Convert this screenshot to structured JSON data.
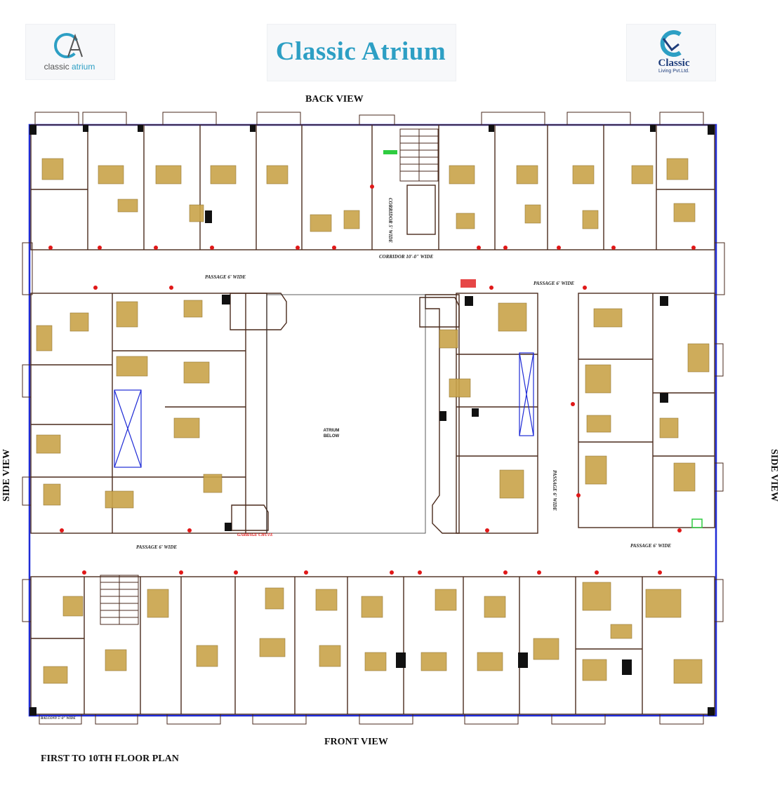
{
  "header": {
    "title": "Classic Atrium",
    "left_logo": {
      "monogram": "CA",
      "text_plain": "classic ",
      "text_accent": "atrium"
    },
    "right_logo": {
      "name": "Classic",
      "subtitle": "Living Pvt.Ltd."
    }
  },
  "views": {
    "back": "BACK VIEW",
    "front": "FRONT VIEW",
    "side_left": "SIDE VIEW",
    "side_right": "SIDE VIEW"
  },
  "plan_title": "FIRST TO 10TH FLOOR PLAN",
  "labels": {
    "corridor_main": "CORRIDOR 10'-0\" WIDE",
    "corridor_side": "CORRIDOR 5' WIDE",
    "passage_upper_left": "PASSAGE 6' WIDE",
    "passage_upper_right": "PASSAGE 6' WIDE",
    "passage_lower_left": "PASSAGE 6' WIDE",
    "passage_lower_right": "PASSAGE 6' WIDE",
    "passage_vertical": "PASSAGE 6' WIDE",
    "atrium": "ATRIUM BELOW",
    "garbage_chute": "GARBAGE CHUTE",
    "balcony": "BALCONY 5'-0\" WIDE"
  },
  "colors": {
    "title": "#2d9fc4",
    "outline": "#1f2bd6",
    "wall": "#4a2a1c",
    "furniture": "#b8932f",
    "marker": "#e01818",
    "logo_navy": "#1e3d7b"
  }
}
